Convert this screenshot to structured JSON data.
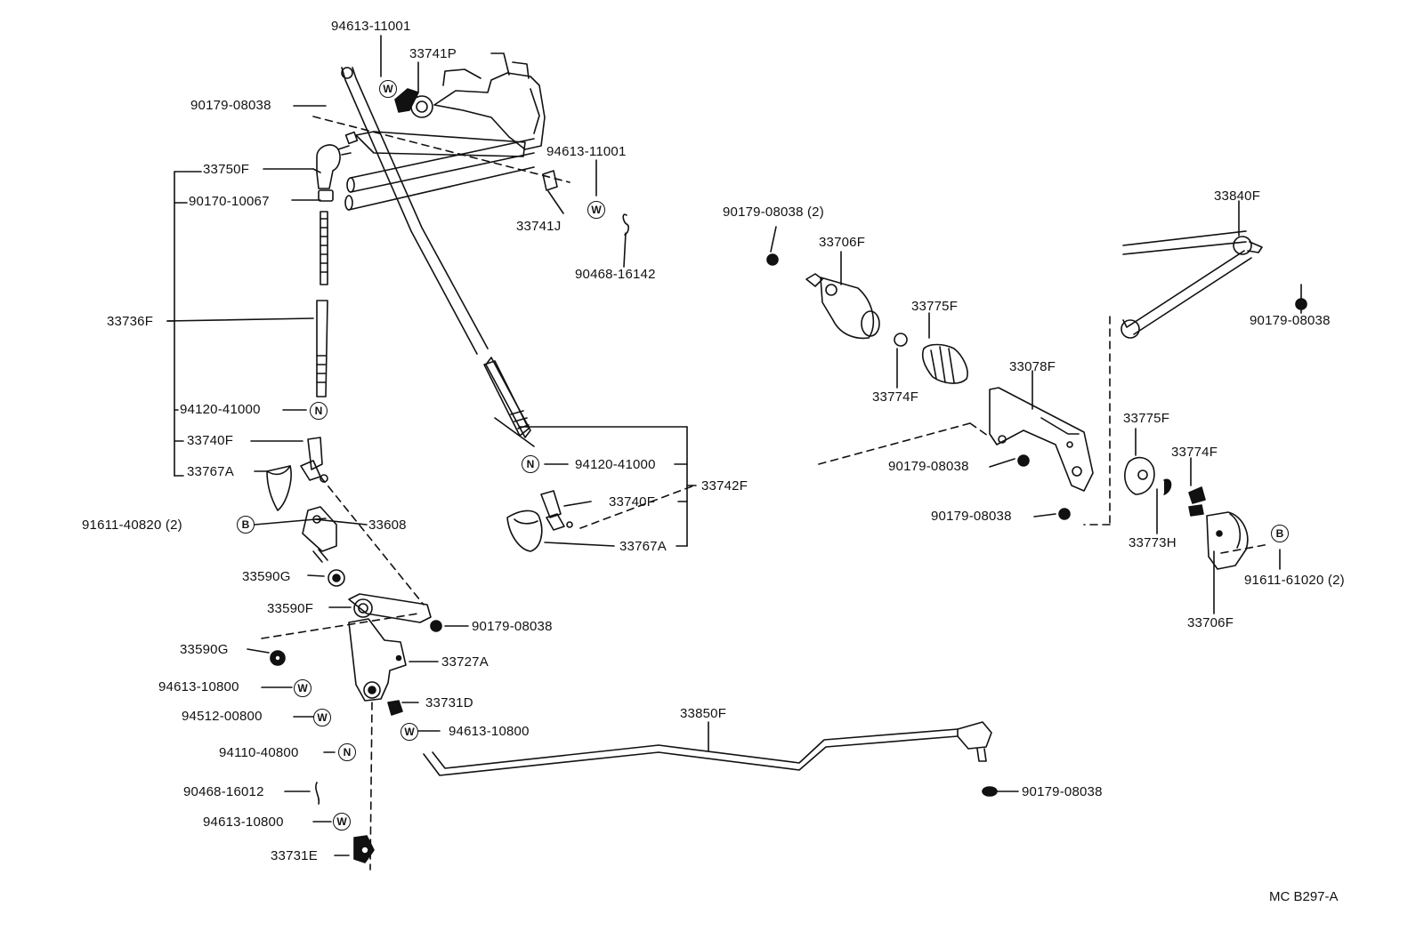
{
  "diagram": {
    "reference": "MC B297-A",
    "symbols": {
      "washer": "W",
      "nut": "N",
      "bolt": "B"
    },
    "parts": {
      "p94613_11001_top": "94613-11001",
      "p33741P": "33741P",
      "p90179_08038_a": "90179-08038",
      "p33750F": "33750F",
      "p90170_10067": "90170-10067",
      "p94613_11001_mid": "94613-11001",
      "p33741J": "33741J",
      "p90468_16142": "90468-16142",
      "p33736F": "33736F",
      "p94120_41000_a": "94120-41000",
      "p33740F_a": "33740F",
      "p33767A_a": "33767A",
      "p91611_40820": "91611-40820 (2)",
      "p33608": "33608",
      "p33590G_a": "33590G",
      "p33590F": "33590F",
      "p90179_08038_b": "90179-08038",
      "p33590G_b": "33590G",
      "p33727A": "33727A",
      "p94613_10800_a": "94613-10800",
      "p33731D": "33731D",
      "p94512_00800": "94512-00800",
      "p94613_10800_b": "94613-10800",
      "p94110_40800": "94110-40800",
      "p90468_16012": "90468-16012",
      "p94613_10800_c": "94613-10800",
      "p33731E": "33731E",
      "p94120_41000_b": "94120-41000",
      "p33740F_b": "33740F",
      "p33742F": "33742F",
      "p33767A_b": "33767A",
      "p33850F": "33850F",
      "p90179_08038_c": "90179-08038",
      "p90179_08038_2": "90179-08038 (2)",
      "p33706F_a": "33706F",
      "p33775F_a": "33775F",
      "p33774F_a": "33774F",
      "p33078F": "33078F",
      "p90179_08038_d": "90179-08038",
      "p90179_08038_e": "90179-08038",
      "p33840F": "33840F",
      "p90179_08038_f": "90179-08038",
      "p33775F_b": "33775F",
      "p33774F_b": "33774F",
      "p33773H": "33773H",
      "p91611_61020": "91611-61020 (2)",
      "p33706F_b": "33706F"
    }
  }
}
